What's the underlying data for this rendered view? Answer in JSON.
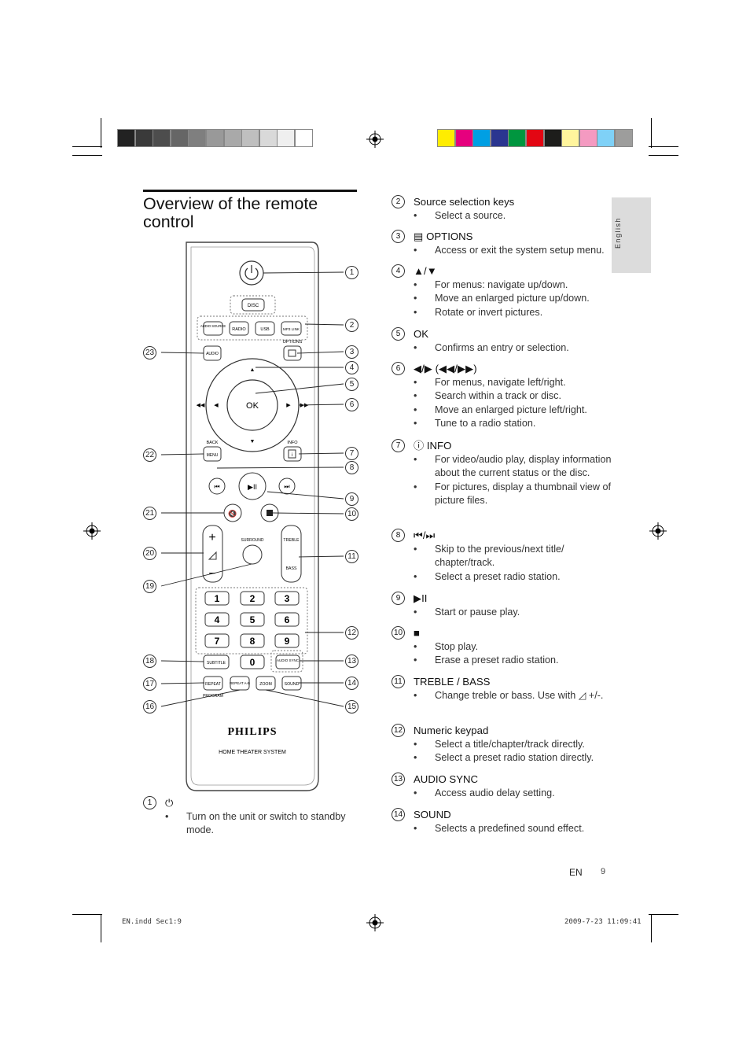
{
  "heading": "Overview of the remote control",
  "side_tab": "English",
  "page_lang": "EN",
  "page_number": "9",
  "footer_left": "EN.indd   Sec1:9",
  "footer_right": "2009-7-23   11:09:41",
  "color_bar": {
    "gray": [
      "#222222",
      "#3a3a3a",
      "#4d4d4d",
      "#666666",
      "#7f7f7f",
      "#999999",
      "#a9a9a9",
      "#bfbfbf",
      "#d9d9d9",
      "#efefef",
      "#ffffff"
    ],
    "color": [
      "#ffed00",
      "#e6007e",
      "#009fe3",
      "#2a3590",
      "#00963f",
      "#e30613",
      "#1d1d1b",
      "#fff59d",
      "#f49ac1",
      "#7fd1f7",
      "#9d9d9c"
    ]
  },
  "remote": {
    "keys": {
      "disc": "DISC",
      "audio_source": "AUDIO SOURCE",
      "radio": "RADIO",
      "usb": "USB",
      "mp3_link": "MP3 LINK",
      "options": "OPTIONS",
      "audio": "AUDIO",
      "ok": "OK",
      "back": "BACK",
      "menu": "MENU",
      "info": "INFO",
      "surround": "SURROUND",
      "treble": "TREBLE",
      "bass": "BASS",
      "subtitle": "SUBTITLE",
      "audio_sync": "AUDIO SYNC",
      "repeat": "REPEAT",
      "program": "PROGRAM",
      "repeat_ab": "REPEAT A-B",
      "zoom": "ZOOM",
      "sound": "SOUND",
      "digits": [
        "1",
        "2",
        "3",
        "4",
        "5",
        "6",
        "7",
        "8",
        "9",
        "0"
      ]
    },
    "brand": "PHILIPS",
    "product": "HOME THEATER SYSTEM",
    "callouts": [
      "1",
      "2",
      "3",
      "4",
      "5",
      "6",
      "7",
      "8",
      "9",
      "10",
      "11",
      "12",
      "13",
      "14",
      "15",
      "16",
      "17",
      "18",
      "19",
      "20",
      "21",
      "22",
      "23"
    ]
  },
  "entries": [
    {
      "num": "1",
      "title": "⏻",
      "bullets": [
        "Turn on the unit or switch to standby mode."
      ]
    },
    {
      "num": "2",
      "title": "Source selection keys",
      "bullets": [
        "Select a source."
      ]
    },
    {
      "num": "3",
      "title": "▤ OPTIONS",
      "bullets": [
        "Access or exit the system setup menu."
      ]
    },
    {
      "num": "4",
      "title": "▲/▼",
      "bullets": [
        "For menus: navigate up/down.",
        "Move an enlarged picture up/down.",
        "Rotate or invert pictures."
      ]
    },
    {
      "num": "5",
      "title": "OK",
      "bullets": [
        "Confirms an entry or selection."
      ]
    },
    {
      "num": "6",
      "title": "◀/▶ (◀◀/▶▶)",
      "bullets": [
        "For menus, navigate left/right.",
        "Search within a track or disc.",
        "Move an enlarged picture left/right.",
        "Tune to a radio station."
      ]
    },
    {
      "num": "7",
      "title": "ⓘ INFO",
      "bullets": [
        "For video/audio play, display information about the current status or the disc.",
        "For pictures, display a thumbnail view of picture files."
      ]
    },
    {
      "num": "8",
      "title": "⏮/⏭",
      "bullets": [
        "Skip to the previous/next title/ chapter/track.",
        "Select a preset radio station."
      ]
    },
    {
      "num": "9",
      "title": "▶II",
      "bullets": [
        "Start or pause play."
      ]
    },
    {
      "num": "10",
      "title": "■",
      "bullets": [
        "Stop play.",
        "Erase a preset radio station."
      ]
    },
    {
      "num": "11",
      "title": "TREBLE / BASS",
      "bullets": [
        "Change treble or bass. Use with ◿ +/-."
      ]
    },
    {
      "num": "12",
      "title": "Numeric keypad",
      "bullets": [
        "Select a title/chapter/track directly.",
        "Select a preset radio station directly."
      ]
    },
    {
      "num": "13",
      "title": "AUDIO SYNC",
      "bullets": [
        "Access audio delay setting."
      ]
    },
    {
      "num": "14",
      "title": "SOUND",
      "bullets": [
        "Selects a predefined sound effect."
      ]
    }
  ]
}
